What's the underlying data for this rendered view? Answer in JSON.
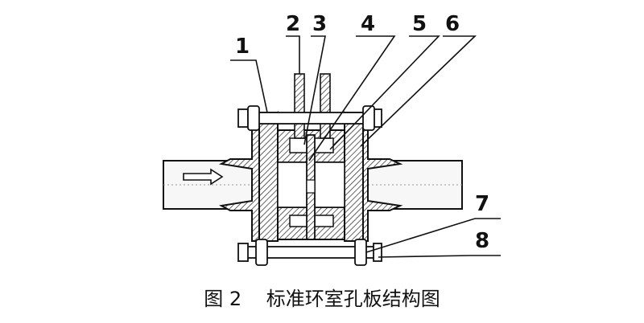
{
  "caption": {
    "figure_label": "图 2",
    "title": "标准环室孔板结构图"
  },
  "callouts": [
    "1",
    "2",
    "3",
    "4",
    "5",
    "6",
    "7",
    "8"
  ],
  "colors": {
    "line": "#111111",
    "hatch": "#222222",
    "background": "#ffffff",
    "bore": "#f4f4f4"
  },
  "flow_arrow_icon": "right-arrow-icon"
}
